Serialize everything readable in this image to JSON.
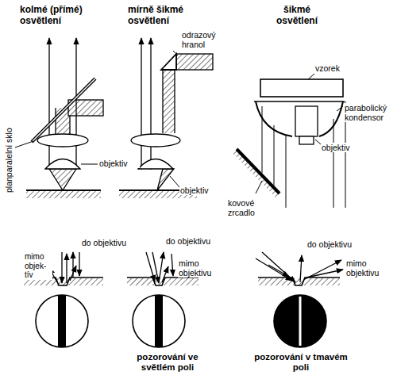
{
  "diagram": {
    "labels": [
      "kolmé (přímé) osvětlení",
      "mírně šikmé osvětlení",
      "šikmé osvětlení",
      "odrazový hranol",
      "vzorek",
      "parabolický kondensor",
      "planparalelní sklo",
      "objektiv",
      "objektiv",
      "objektiv",
      "kovové zrcadlo",
      "do objektivu",
      "mimo objek- tív",
      "do objektivu",
      "mimo objektivu",
      "do objektivu",
      "mimo objektivu",
      "pozorování ve světlém poli",
      "pozorování v tmavém poli"
    ]
  }
}
